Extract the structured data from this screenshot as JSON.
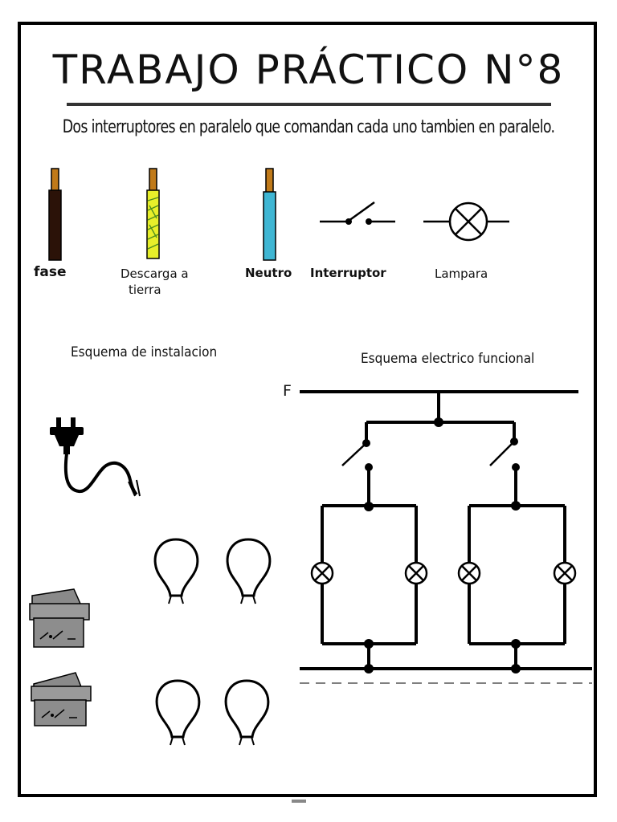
{
  "header": {
    "title": "TRABAJO PRÁCTICO N°8",
    "subtitle": "Dos interruptores en paralelo que comandan cada uno tambien en paralelo."
  },
  "legend": {
    "fase": "fase",
    "descarga_line1": "Descarga a",
    "descarga_line2": "tierra",
    "neutro": "Neutro",
    "interruptor": "Interruptor",
    "lampara": "Lampara"
  },
  "sections": {
    "instalacion": "Esquema de instalacion",
    "electrico": "Esquema electrico funcional"
  },
  "diagram": {
    "phase_label": "F"
  },
  "colors": {
    "fase": "#2b1208",
    "tierra_base": "#e8ef2a",
    "tierra_stripe": "#4c8c1e",
    "neutro": "#3fb6d3",
    "copper": "#c07a1a",
    "switch_gray": "#9a9a9a"
  }
}
